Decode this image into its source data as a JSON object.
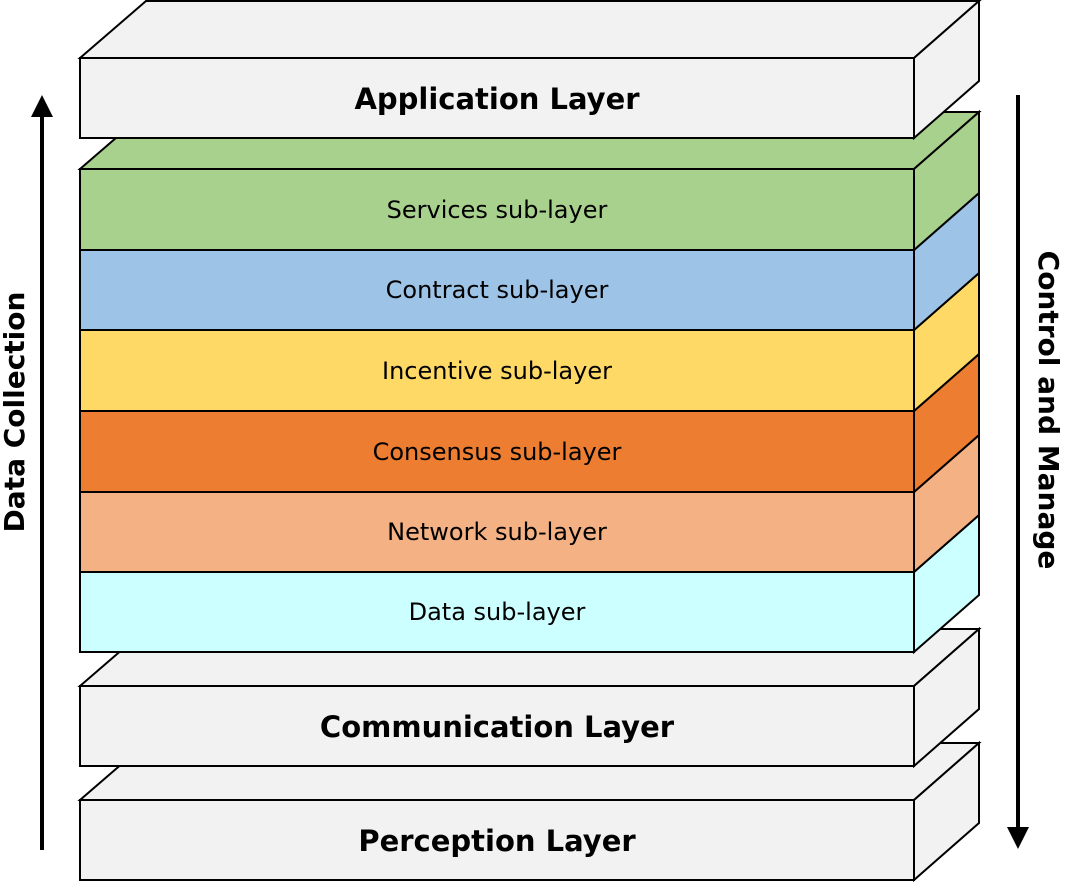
{
  "layers": {
    "application": {
      "label": "Application Layer",
      "color": "#f2f2f2"
    },
    "communication": {
      "label": "Communication Layer",
      "color": "#f2f2f2"
    },
    "perception": {
      "label": "Perception Layer",
      "color": "#f2f2f2"
    }
  },
  "sub_layers": [
    {
      "label": "Services sub-layer",
      "color": "#a9d18e"
    },
    {
      "label": "Contract sub-layer",
      "color": "#9dc3e6"
    },
    {
      "label": "Incentive sub-layer",
      "color": "#ffd966"
    },
    {
      "label": "Consensus sub-layer",
      "color": "#ed7d31"
    },
    {
      "label": "Network sub-layer",
      "color": "#f4b183"
    },
    {
      "label": "Data sub-layer",
      "color": "#ccffff"
    }
  ],
  "side_labels": {
    "left": "Data Collection",
    "right": "Control and Manage"
  },
  "outline_color": "#000000"
}
